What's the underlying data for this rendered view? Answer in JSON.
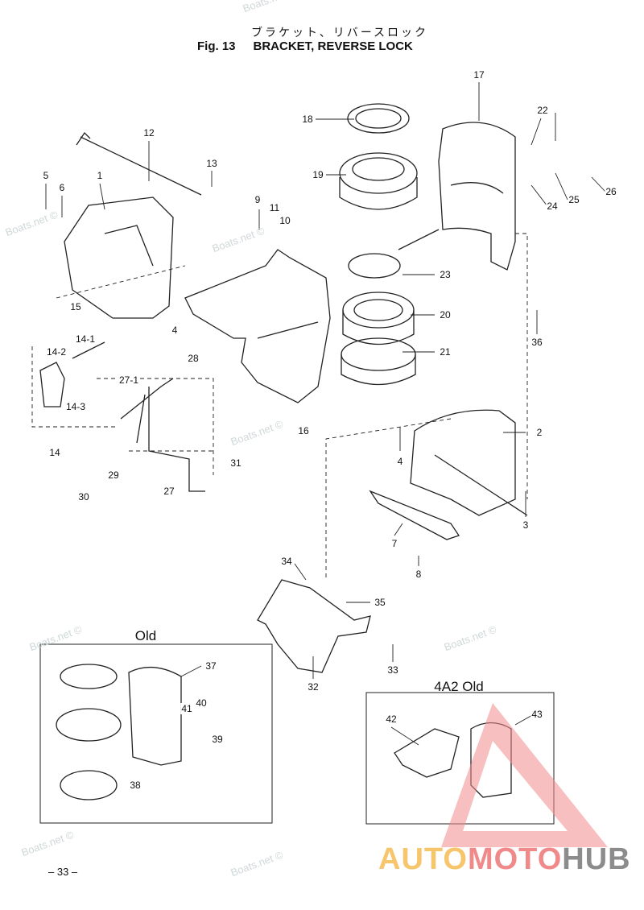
{
  "header": {
    "title_jp": "ブラケット、リバースロック",
    "fig": "Fig. 13",
    "title": "BRACKET, REVERSE LOCK"
  },
  "callouts": [
    "17",
    "18",
    "19",
    "22",
    "26",
    "25",
    "24",
    "23",
    "20",
    "21",
    "36",
    "12",
    "13",
    "5",
    "6",
    "1",
    "9",
    "11",
    "10",
    "15",
    "4",
    "14-1",
    "14-2",
    "14-3",
    "14",
    "27-1",
    "28",
    "16",
    "2",
    "4",
    "29",
    "30",
    "27",
    "31",
    "3",
    "7",
    "8",
    "34",
    "35",
    "33",
    "32",
    "37",
    "40",
    "41",
    "39",
    "38",
    "42",
    "43"
  ],
  "insets": {
    "old": "Old",
    "old_4a2": "4A2 Old"
  },
  "watermark": "Boats.net ©",
  "page_number": "– 33 –",
  "logo": {
    "auto": "AUTO",
    "moto": "MOTO",
    "hub": "HUB"
  },
  "colors": {
    "logo_auto": "#f6c56c",
    "logo_moto": "#f08a8a",
    "logo_hub": "#8c8c8c"
  }
}
